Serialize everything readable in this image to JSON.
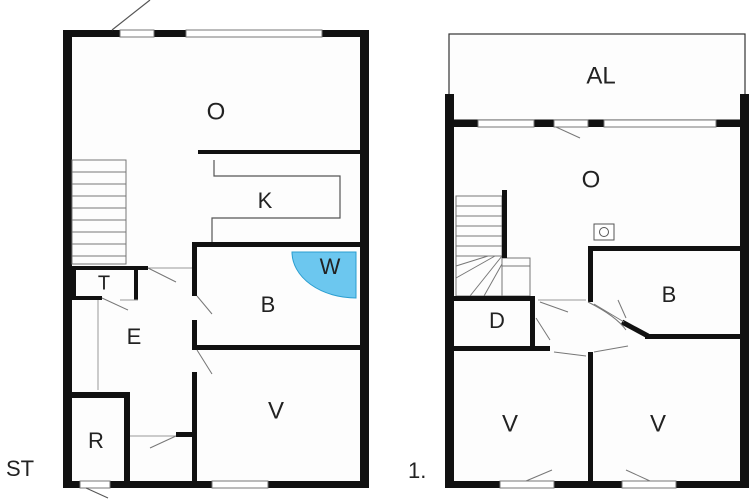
{
  "ground_floor": {
    "label": "ST",
    "rooms": {
      "living": "O",
      "kitchen": "K",
      "toilet": "T",
      "entrance": "E",
      "bathroom": "B",
      "washer": "W",
      "bedroom": "V",
      "storage": "R"
    }
  },
  "first_floor": {
    "label": "1.",
    "rooms": {
      "balcony": "AL",
      "landing": "O",
      "bathroom": "B",
      "closet": "D",
      "bedroom_left": "V",
      "bedroom_right": "V"
    }
  },
  "colors": {
    "wall": "#111111",
    "floor": "#fdfdfd",
    "washer_area": "#6cc7ef",
    "window": "#ffffff",
    "thin_line": "#777777"
  }
}
